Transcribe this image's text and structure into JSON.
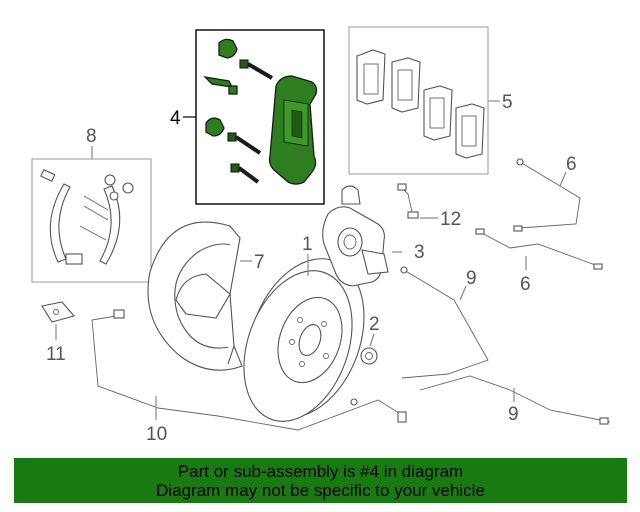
{
  "callouts": {
    "c1": "1",
    "c2": "2",
    "c3": "3",
    "c4": "4",
    "c5": "5",
    "c6a": "6",
    "c6b": "6",
    "c7": "7",
    "c8": "8",
    "c9a": "9",
    "c9b": "9",
    "c10": "10",
    "c11": "11",
    "c12": "12"
  },
  "banner": {
    "line1": "Part or sub-assembly is #4 in diagram",
    "line2": "Diagram may not be specific to your vehicle"
  },
  "colors": {
    "highlight": "#2e7d1e",
    "banner": "#1a7a12",
    "line": "#888888"
  }
}
